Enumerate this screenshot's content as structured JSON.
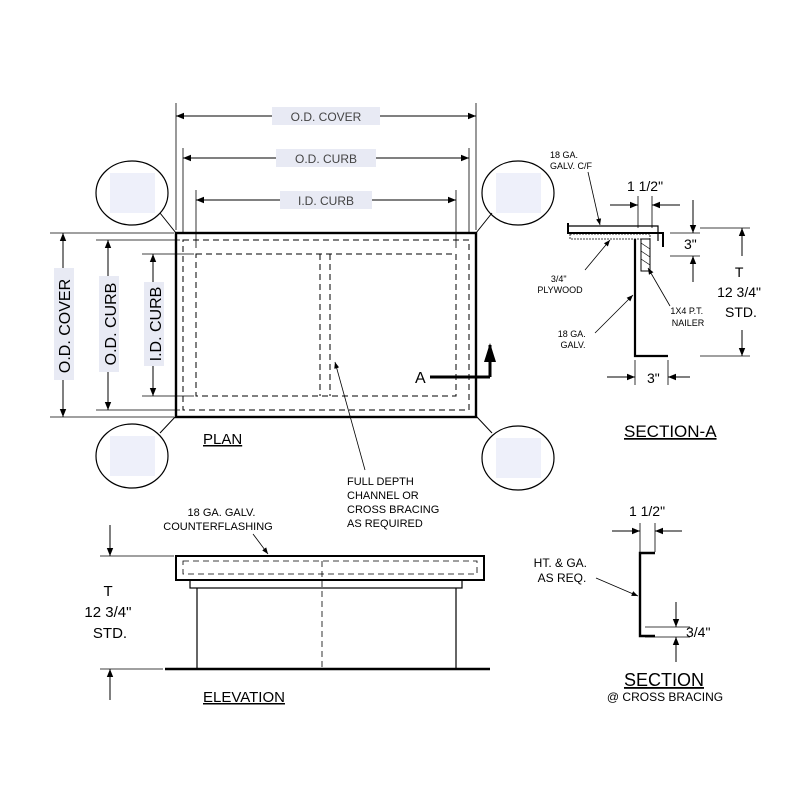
{
  "plan": {
    "title": "PLAN",
    "od_cover": "O.D. COVER",
    "od_curb": "O.D. CURB",
    "id_curb": "I.D. CURB",
    "od_cover_v": "O.D. COVER",
    "od_curb_v": "O.D. CURB",
    "id_curb_v": "I.D. CURB",
    "section_marker": "A"
  },
  "notes": {
    "bracing": [
      "FULL DEPTH",
      "CHANNEL OR",
      "CROSS BRACING",
      "AS REQUIRED"
    ]
  },
  "section_a": {
    "title": "SECTION-A",
    "cf_label": [
      "18 GA.",
      "GALV. C/F"
    ],
    "dim_top": "1 1/2\"",
    "dim_lip": "3\"",
    "dim_bottom": "3\"",
    "height": [
      "T",
      "12 3/4\"",
      "STD."
    ],
    "plywood": [
      "3/4\"",
      "PLYWOOD"
    ],
    "nailer": [
      "1X4 P.T.",
      "NAILER"
    ],
    "galv": [
      "18 GA.",
      "GALV."
    ]
  },
  "elevation": {
    "title": "ELEVATION",
    "cf_label": [
      "18 GA. GALV.",
      "COUNTERFLASHING"
    ],
    "height": [
      "T",
      "12 3/4\"",
      "STD."
    ]
  },
  "section_bracing": {
    "title": "SECTION",
    "subtitle": "@ CROSS BRACING",
    "dim_top": "1 1/2\"",
    "ht_label": [
      "HT. & GA.",
      "AS REQ."
    ],
    "dim_bottom": "3/4\""
  },
  "colors": {
    "label_box": "#e8eaf4",
    "circle_fill": "#eef0fa",
    "line": "#000000"
  }
}
